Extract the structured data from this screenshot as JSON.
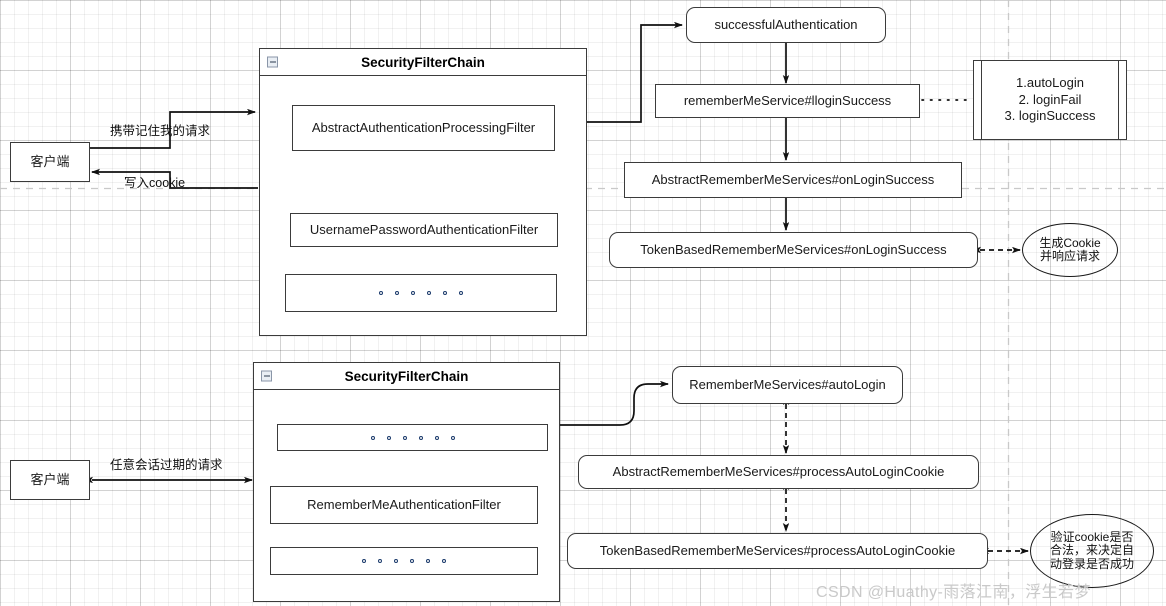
{
  "diagram": {
    "title": "Spring Security RememberMe flow",
    "colors": {
      "stroke": "#3b3b3b",
      "text": "#1a1a1a",
      "grid_minor": "#f1f1f1",
      "grid_major": "#e0e0e0",
      "guide_dashed": "#cccccc",
      "watermark": "#c9c9c9"
    }
  },
  "top_flow": {
    "client": {
      "label": "客户端"
    },
    "edges": {
      "request_label": "携带记住我的请求",
      "cookie_label": "写入cookie"
    },
    "chain": {
      "title": "SecurityFilterChain",
      "collapse_icon": "minus-square-icon",
      "filters": [
        {
          "label": "AbstractAuthenticationProcessingFilter",
          "kind": "filter"
        },
        {
          "label": "UsernamePasswordAuthenticationFilter",
          "kind": "filter"
        },
        {
          "label": "",
          "kind": "dots",
          "dots": 6
        }
      ]
    },
    "steps": [
      {
        "label": "successfulAuthentication",
        "shape": "rounded"
      },
      {
        "label": "rememberMeService#lloginSuccess",
        "shape": "sharp"
      },
      {
        "label": "AbstractRememberMeServices#onLoginSuccess",
        "shape": "sharp"
      },
      {
        "label": "TokenBasedRememberMeServices#onLoginSuccess",
        "shape": "rounded"
      }
    ],
    "note_list": {
      "shape": "process",
      "items": [
        "1.autoLogin",
        "2. loginFail",
        "3. loginSuccess"
      ]
    },
    "callout": {
      "shape": "ellipse",
      "lines": [
        "生成Cookie",
        "并响应请求"
      ]
    }
  },
  "bottom_flow": {
    "client": {
      "label": "客户端"
    },
    "edges": {
      "request_label": "任意会话过期的请求"
    },
    "chain": {
      "title": "SecurityFilterChain",
      "collapse_icon": "minus-square-icon",
      "filters": [
        {
          "label": "",
          "kind": "dots",
          "dots": 6
        },
        {
          "label": "RememberMeAuthenticationFilter",
          "kind": "filter"
        },
        {
          "label": "",
          "kind": "dots",
          "dots": 6
        }
      ]
    },
    "steps": [
      {
        "label": "RememberMeServices#autoLogin",
        "shape": "rounded"
      },
      {
        "label": "AbstractRememberMeServices#processAutoLoginCookie",
        "shape": "rounded"
      },
      {
        "label": "TokenBasedRememberMeServices#processAutoLoginCookie",
        "shape": "rounded"
      }
    ],
    "callout": {
      "shape": "ellipse",
      "lines": [
        "验证cookie是否",
        "合法，来决定自",
        "动登录是否成功"
      ]
    }
  },
  "watermark": {
    "text": "CSDN @Huathy-雨落江南，浮生若梦"
  }
}
